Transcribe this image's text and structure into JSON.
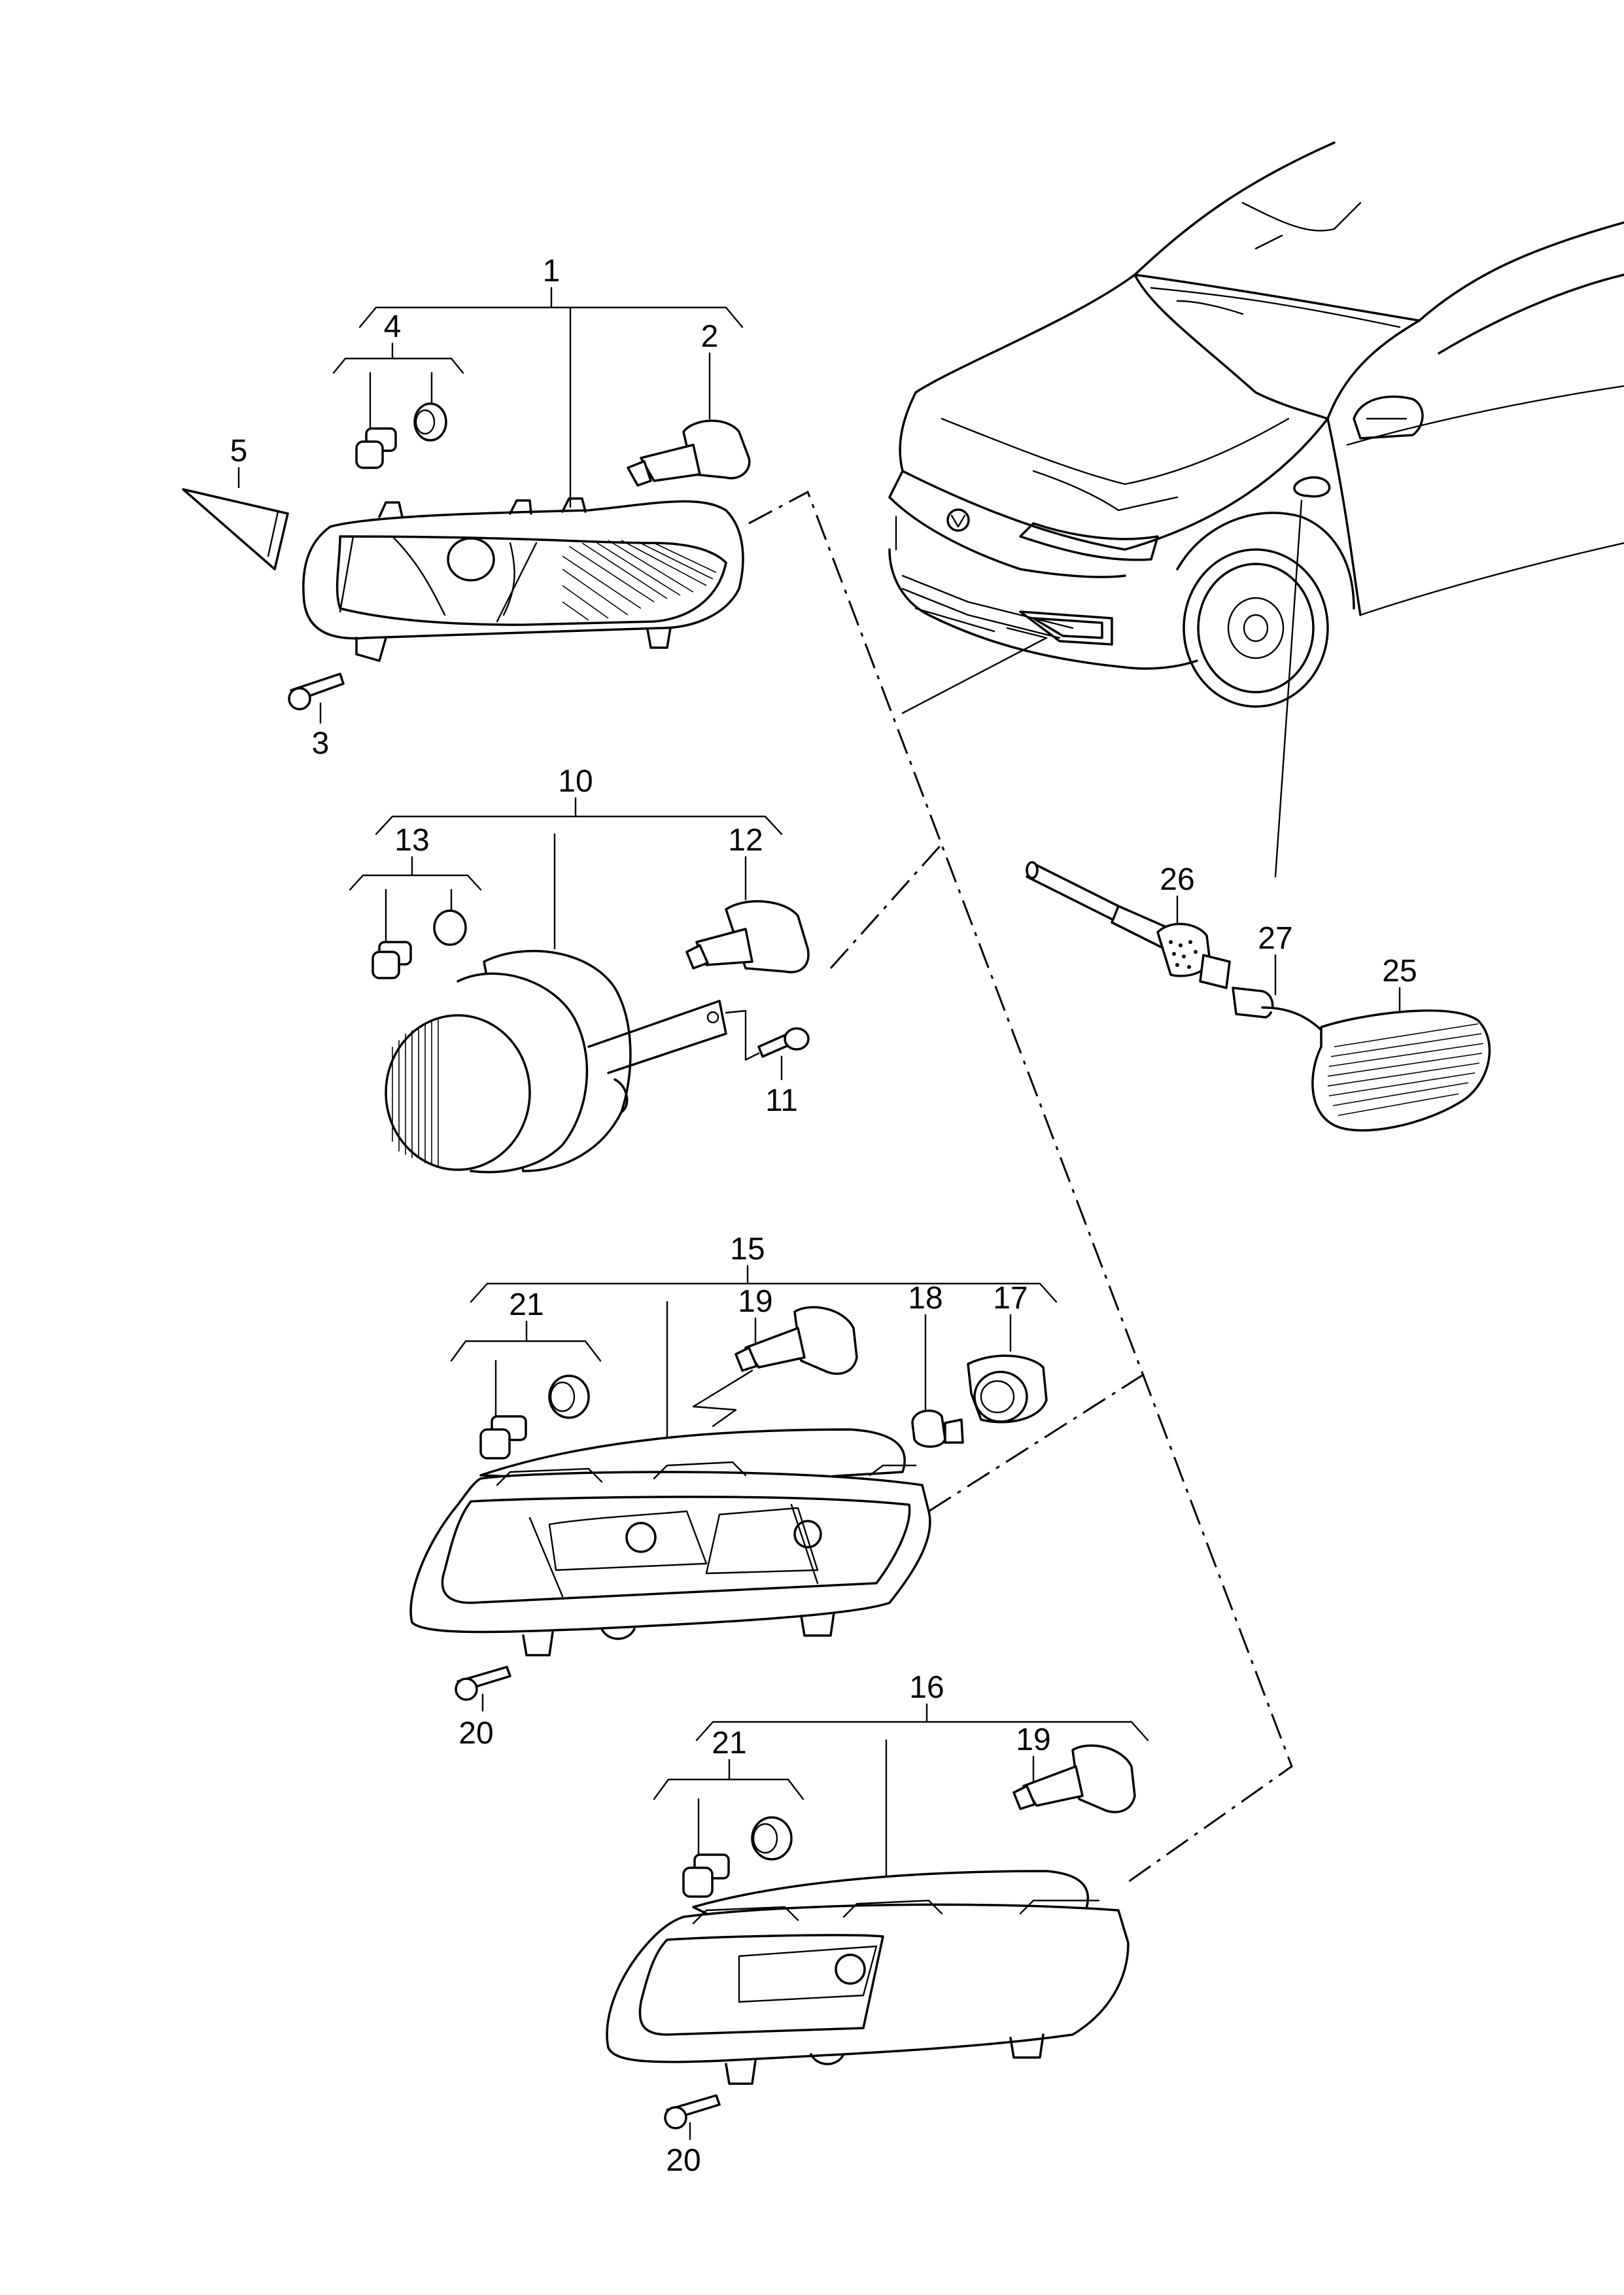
{
  "diagram": {
    "labels": [
      {
        "id": "l1",
        "text": "1"
      },
      {
        "id": "l2",
        "text": "2"
      },
      {
        "id": "l3",
        "text": "3"
      },
      {
        "id": "l4",
        "text": "4"
      },
      {
        "id": "l5",
        "text": "5"
      },
      {
        "id": "l10",
        "text": "10"
      },
      {
        "id": "l11",
        "text": "11"
      },
      {
        "id": "l12",
        "text": "12"
      },
      {
        "id": "l13",
        "text": "13"
      },
      {
        "id": "l15",
        "text": "15"
      },
      {
        "id": "l17",
        "text": "17"
      },
      {
        "id": "l18",
        "text": "18"
      },
      {
        "id": "l19a",
        "text": "19"
      },
      {
        "id": "l20a",
        "text": "20"
      },
      {
        "id": "l21a",
        "text": "21"
      },
      {
        "id": "l16",
        "text": "16"
      },
      {
        "id": "l19b",
        "text": "19"
      },
      {
        "id": "l20b",
        "text": "20"
      },
      {
        "id": "l21b",
        "text": "21"
      },
      {
        "id": "l25",
        "text": "25"
      },
      {
        "id": "l26",
        "text": "26"
      },
      {
        "id": "l27",
        "text": "27"
      }
    ]
  }
}
